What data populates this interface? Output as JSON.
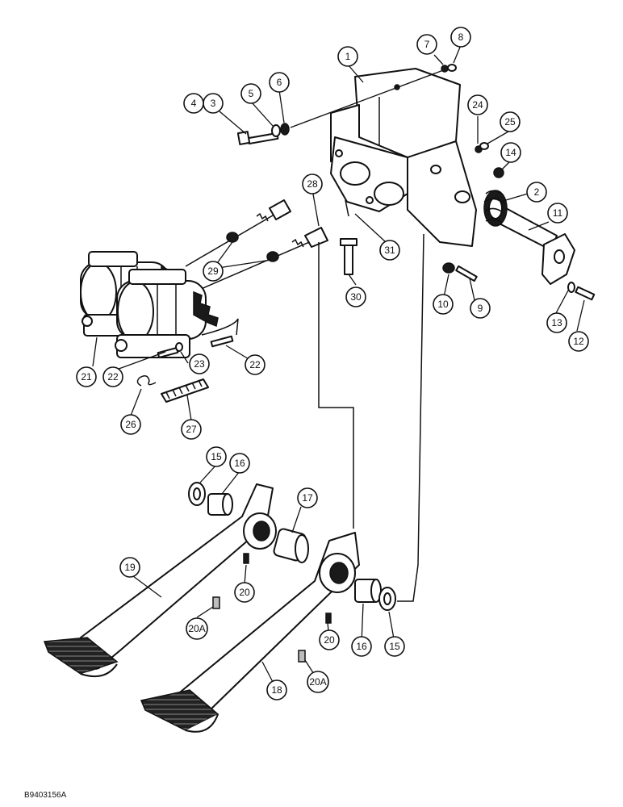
{
  "drawing_id": "B9403156A",
  "callouts": [
    "1",
    "2",
    "3",
    "4",
    "5",
    "6",
    "7",
    "8",
    "9",
    "10",
    "11",
    "12",
    "13",
    "14",
    "15",
    "15",
    "16",
    "16",
    "17",
    "18",
    "19",
    "20",
    "20",
    "20A",
    "20A",
    "21",
    "22",
    "22",
    "23",
    "24",
    "25",
    "26",
    "27",
    "28",
    "29",
    "30",
    "31"
  ]
}
